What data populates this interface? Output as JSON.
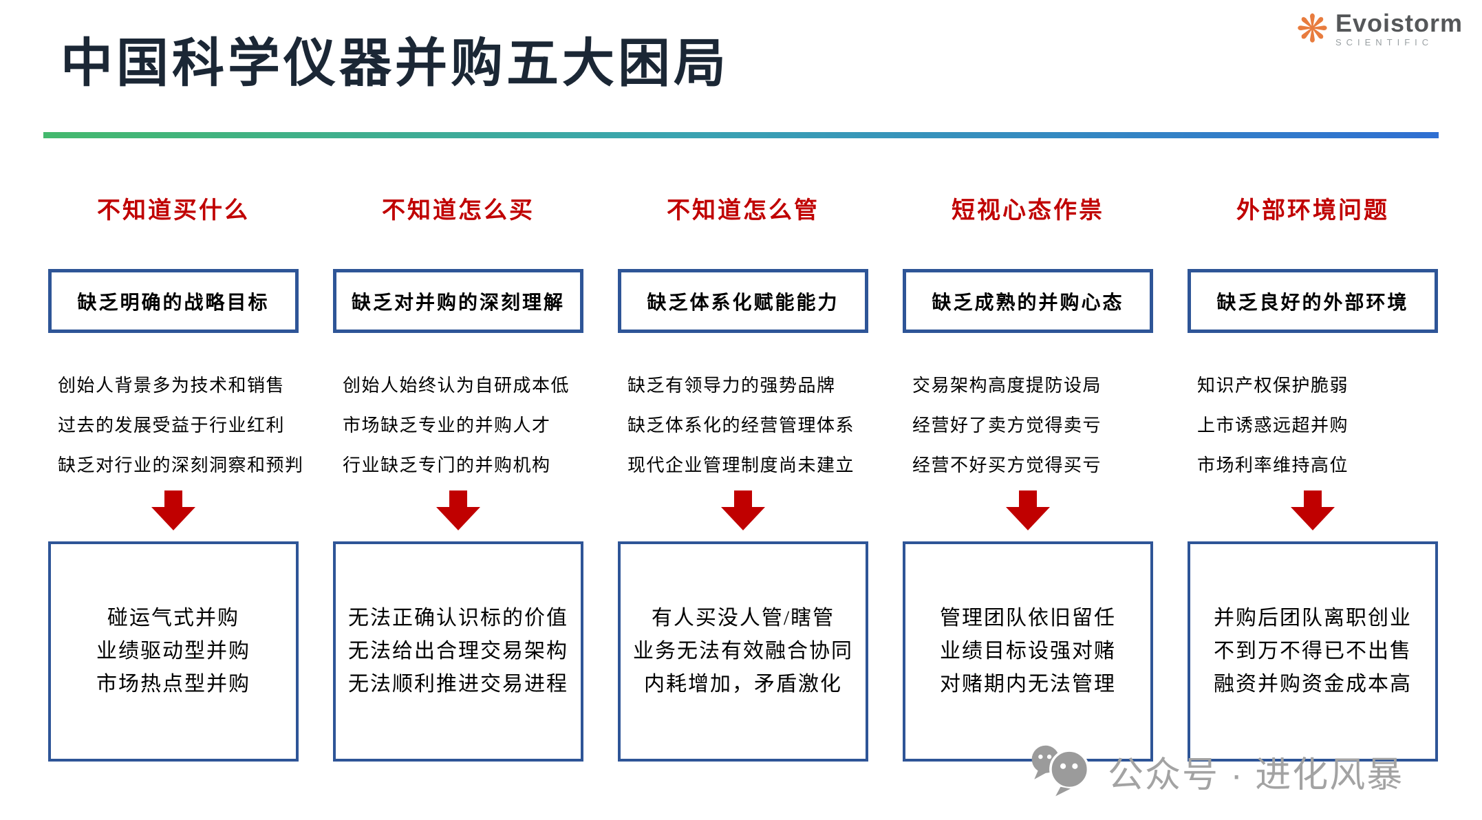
{
  "slide": {
    "title": "中国科学仪器并购五大困局"
  },
  "logo": {
    "brand": "Evoistorm",
    "sub": "SCIENTIFIC",
    "icon_glyph": "❋"
  },
  "columns": [
    {
      "heading": "不知道买什么",
      "problem": "缺乏明确的战略目标",
      "causes": [
        "创始人背景多为技术和销售",
        "过去的发展受益于行业红利",
        "缺乏对行业的深刻洞察和预判"
      ],
      "results": [
        "碰运气式并购",
        "业绩驱动型并购",
        "市场热点型并购"
      ]
    },
    {
      "heading": "不知道怎么买",
      "problem": "缺乏对并购的深刻理解",
      "causes": [
        "创始人始终认为自研成本低",
        "市场缺乏专业的并购人才",
        "行业缺乏专门的并购机构"
      ],
      "results": [
        "无法正确认识标的价值",
        "无法给出合理交易架构",
        "无法顺利推进交易进程"
      ]
    },
    {
      "heading": "不知道怎么管",
      "problem": "缺乏体系化赋能能力",
      "causes": [
        "缺乏有领导力的强势品牌",
        "缺乏体系化的经营管理体系",
        "现代企业管理制度尚未建立"
      ],
      "results": [
        "有人买没人管/瞎管",
        "业务无法有效融合协同",
        "内耗增加，矛盾激化"
      ]
    },
    {
      "heading": "短视心态作祟",
      "problem": "缺乏成熟的并购心态",
      "causes": [
        "交易架构高度提防设局",
        "经营好了卖方觉得卖亏",
        "经营不好买方觉得买亏"
      ],
      "results": [
        "管理团队依旧留任",
        "业绩目标设强对赌",
        "对赌期内无法管理"
      ]
    },
    {
      "heading": "外部环境问题",
      "problem": "缺乏良好的外部环境",
      "causes": [
        "知识产权保护脆弱",
        "上市诱惑远超并购",
        "市场利率维持高位"
      ],
      "results": [
        "并购后团队离职创业",
        "不到万不得已不出售",
        "融资并购资金成本高"
      ]
    }
  ],
  "watermark": {
    "text": "公众号 · 进化风暴"
  },
  "colors": {
    "title_navy": "#1B2735",
    "accent_red": "#C00000",
    "box_border_blue": "#2E5597",
    "divider_gradient_start": "#44B96D",
    "divider_gradient_end": "#2F6FD2",
    "logo_orange": "#E87C3E",
    "logo_gray": "#555759",
    "watermark_gray": "#A3A3A3"
  }
}
